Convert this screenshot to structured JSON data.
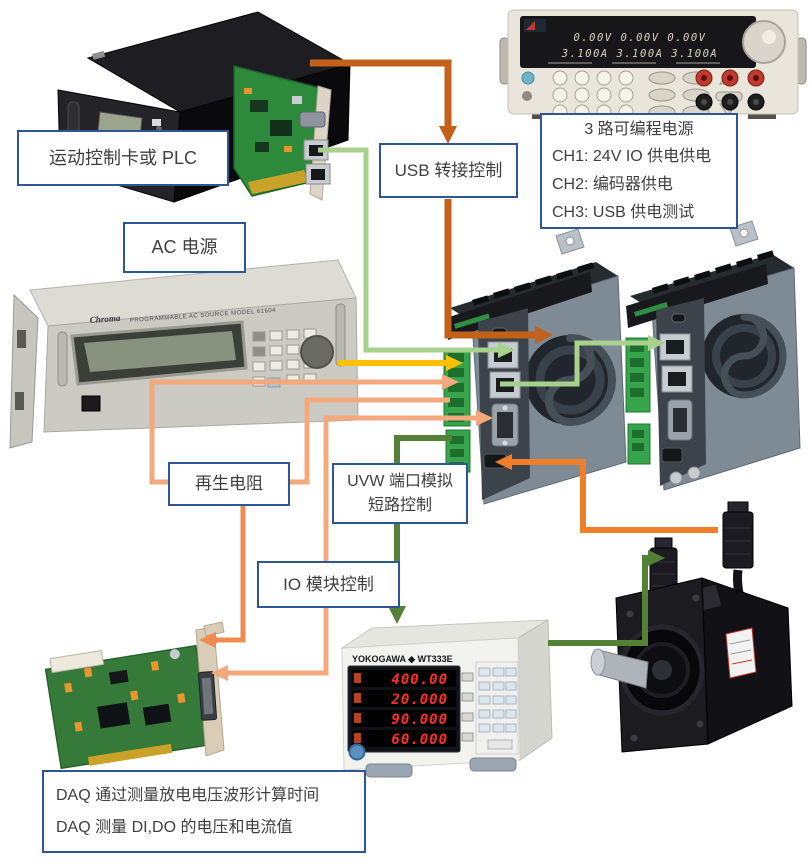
{
  "colors": {
    "box_border": "#2E5596",
    "label_text": "#3F3F3F",
    "wire_dark_orange": "#C2611A",
    "wire_bright_orange": "#F07D28",
    "wire_medium_orange": "#EE8C52",
    "wire_peach": "#F4A97C",
    "wire_yellow": "#FFC000",
    "wire_light_green": "#A9D18E",
    "wire_dark_green": "#538135"
  },
  "labels": {
    "motion_controller": "运动控制卡或 PLC",
    "usb_adapter": "USB 转接控制",
    "ac_power": "AC 电源",
    "regen_resistor": "再生电阻",
    "uvw_line1": "UVW 端口模拟",
    "uvw_line2": "短路控制",
    "io_module": "IO 模块控制",
    "psu_title": "3 路可编程电源",
    "psu_ch1": "CH1: 24V IO 供电供电",
    "psu_ch2": "CH2: 编码器供电",
    "psu_ch3": "CH3: USB 供电测试",
    "daq_line1": "DAQ 通过测量放电电压波形计算时间",
    "daq_line2": "DAQ 测量 DI,DO 的电压和电流值"
  },
  "devices": {
    "dc_psu": {
      "display_volts": "0.00V   0.00V   0.00V",
      "display_amps": "3.100A  3.100A  3.100A"
    },
    "ac_source": {
      "brand": "Chroma",
      "panel_text": "PROGRAMMABLE AC SOURCE   MODEL 61604"
    },
    "power_meter": {
      "brand": "YOKOGAWA ◆ WT333E",
      "readings": [
        "400.00",
        "20.000",
        "90.000",
        "60.000"
      ]
    }
  }
}
